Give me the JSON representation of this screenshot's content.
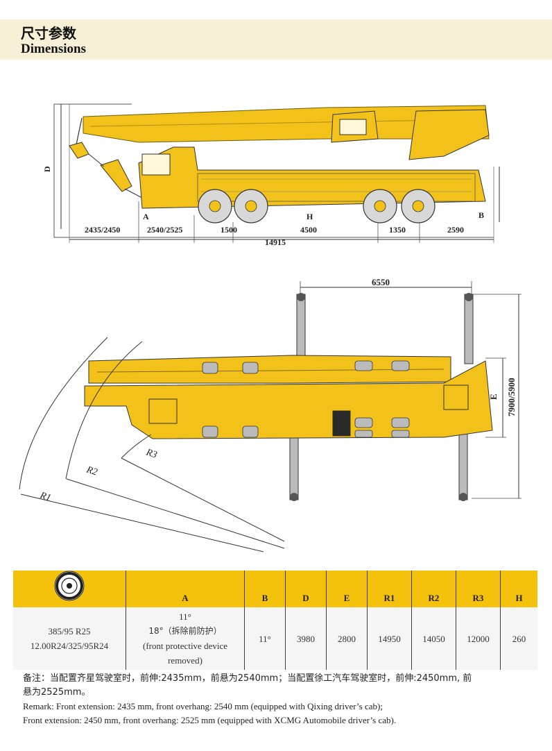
{
  "header": {
    "title_zh": "尺寸参数",
    "title_en": "Dimensions"
  },
  "side_view": {
    "height_label": "D",
    "label_a": "A",
    "label_h": "H",
    "label_b": "B",
    "dims": [
      "2435/2450",
      "2540/2525",
      "1500",
      "4500",
      "1350",
      "2590"
    ],
    "total": "14915"
  },
  "top_view": {
    "width_label": "6550",
    "height_label": "7900/5900",
    "e_label": "E",
    "radius_labels": [
      "R1",
      "R2",
      "R3"
    ]
  },
  "table": {
    "headers": [
      "",
      "A",
      "B",
      "D",
      "E",
      "R1",
      "R2",
      "R3",
      "H"
    ],
    "tyre_icon": "tyre-icon",
    "row": {
      "tyres": [
        "385/95 R25",
        "12.00R24/325/95R24"
      ],
      "a_lines": [
        "11°",
        "18°（拆除前防护）",
        "(front protective device",
        "removed)"
      ],
      "b": "11°",
      "d": "3980",
      "e": "2800",
      "r1": "14950",
      "r2": "14050",
      "r3": "12000",
      "h": "260"
    }
  },
  "remarks": {
    "zh_line1": "备注：当配置齐星驾驶室时，前伸:2435mm，前悬为2540mm；当配置徐工汽车驾驶室时，前伸:2450mm, 前",
    "zh_line2": "悬为2525mm。",
    "en_line1": "Remark: Front extension: 2435 mm, front overhang: 2540 mm (equipped with Qixing driver’s cab);",
    "en_line2": "Front extension: 2450 mm, front overhang: 2525 mm (equipped with XCMG Automobile driver’s cab)."
  },
  "colors": {
    "crane_yellow": "#f2c21b",
    "header_band": "#f7f0d6",
    "table_header": "#f4c20d"
  }
}
